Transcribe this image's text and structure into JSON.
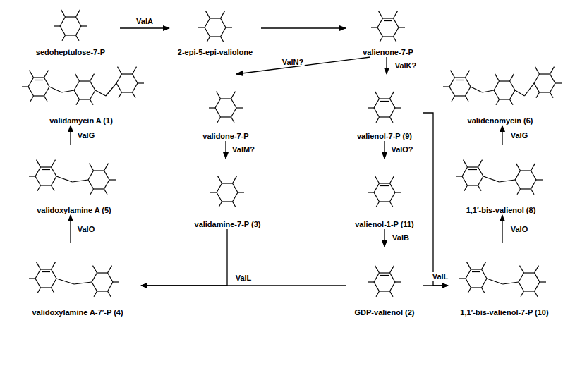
{
  "diagram": {
    "nodes": [
      {
        "text": [
          "sedoheptulose-7-P"
        ]
      },
      {
        "text": [
          "2-epi-5-epi-valiolone"
        ]
      },
      {
        "text": [
          "valienone-7-P"
        ]
      },
      {
        "text": [
          "validone-7-P"
        ]
      },
      {
        "text": [
          "valienol-7-P (9)"
        ]
      },
      {
        "text": [
          "validamycin A (1)"
        ]
      },
      {
        "text": [
          "validenomycin (6)"
        ]
      },
      {
        "text": [
          "validamine-7-P (3)"
        ]
      },
      {
        "text": [
          "valienol-1-P (11)"
        ]
      },
      {
        "text": [
          "validoxylamine A (5)"
        ]
      },
      {
        "text": [
          "1,1′-bis-valienol (8)"
        ]
      },
      {
        "text": [
          "validoxylamine A-7′-P (4)"
        ]
      },
      {
        "text": [
          "GDP-valienol (2)"
        ]
      },
      {
        "text": [
          "1,1′-bis-valienol-7-P (10)"
        ]
      }
    ],
    "edges": [
      {
        "from": 0,
        "to": 1,
        "label": "ValA",
        "arrow": "to"
      },
      {
        "from": 1,
        "to": 2,
        "arrow": "to"
      },
      {
        "from": 2,
        "to": 3,
        "label": "ValN?",
        "arrow": "to"
      },
      {
        "from": 2,
        "to": 4,
        "label": "ValK?",
        "arrow": "to"
      },
      {
        "from": 3,
        "to": 7,
        "label": "ValM?",
        "arrow": "to"
      },
      {
        "from": 4,
        "to": 8,
        "label": "ValO?",
        "arrow": "to"
      },
      {
        "from": 8,
        "to": 12,
        "label": "ValB",
        "arrow": "to"
      },
      {
        "from": 7,
        "to": 11,
        "arrow": "to"
      },
      {
        "from": 12,
        "to": 11,
        "label": "ValL",
        "arrow": "to"
      },
      {
        "from": 4,
        "to": 13,
        "arrow": "to"
      },
      {
        "from": 12,
        "to": 13,
        "label": "ValL",
        "arrow": "to"
      },
      {
        "from": 11,
        "to": 9,
        "label": "ValO",
        "arrow": "to"
      },
      {
        "from": 9,
        "to": 5,
        "label": "ValG",
        "arrow": "to"
      },
      {
        "from": 13,
        "to": 10,
        "label": "ValO",
        "arrow": "to"
      },
      {
        "from": 10,
        "to": 6,
        "label": "ValG",
        "arrow": "to"
      }
    ]
  }
}
